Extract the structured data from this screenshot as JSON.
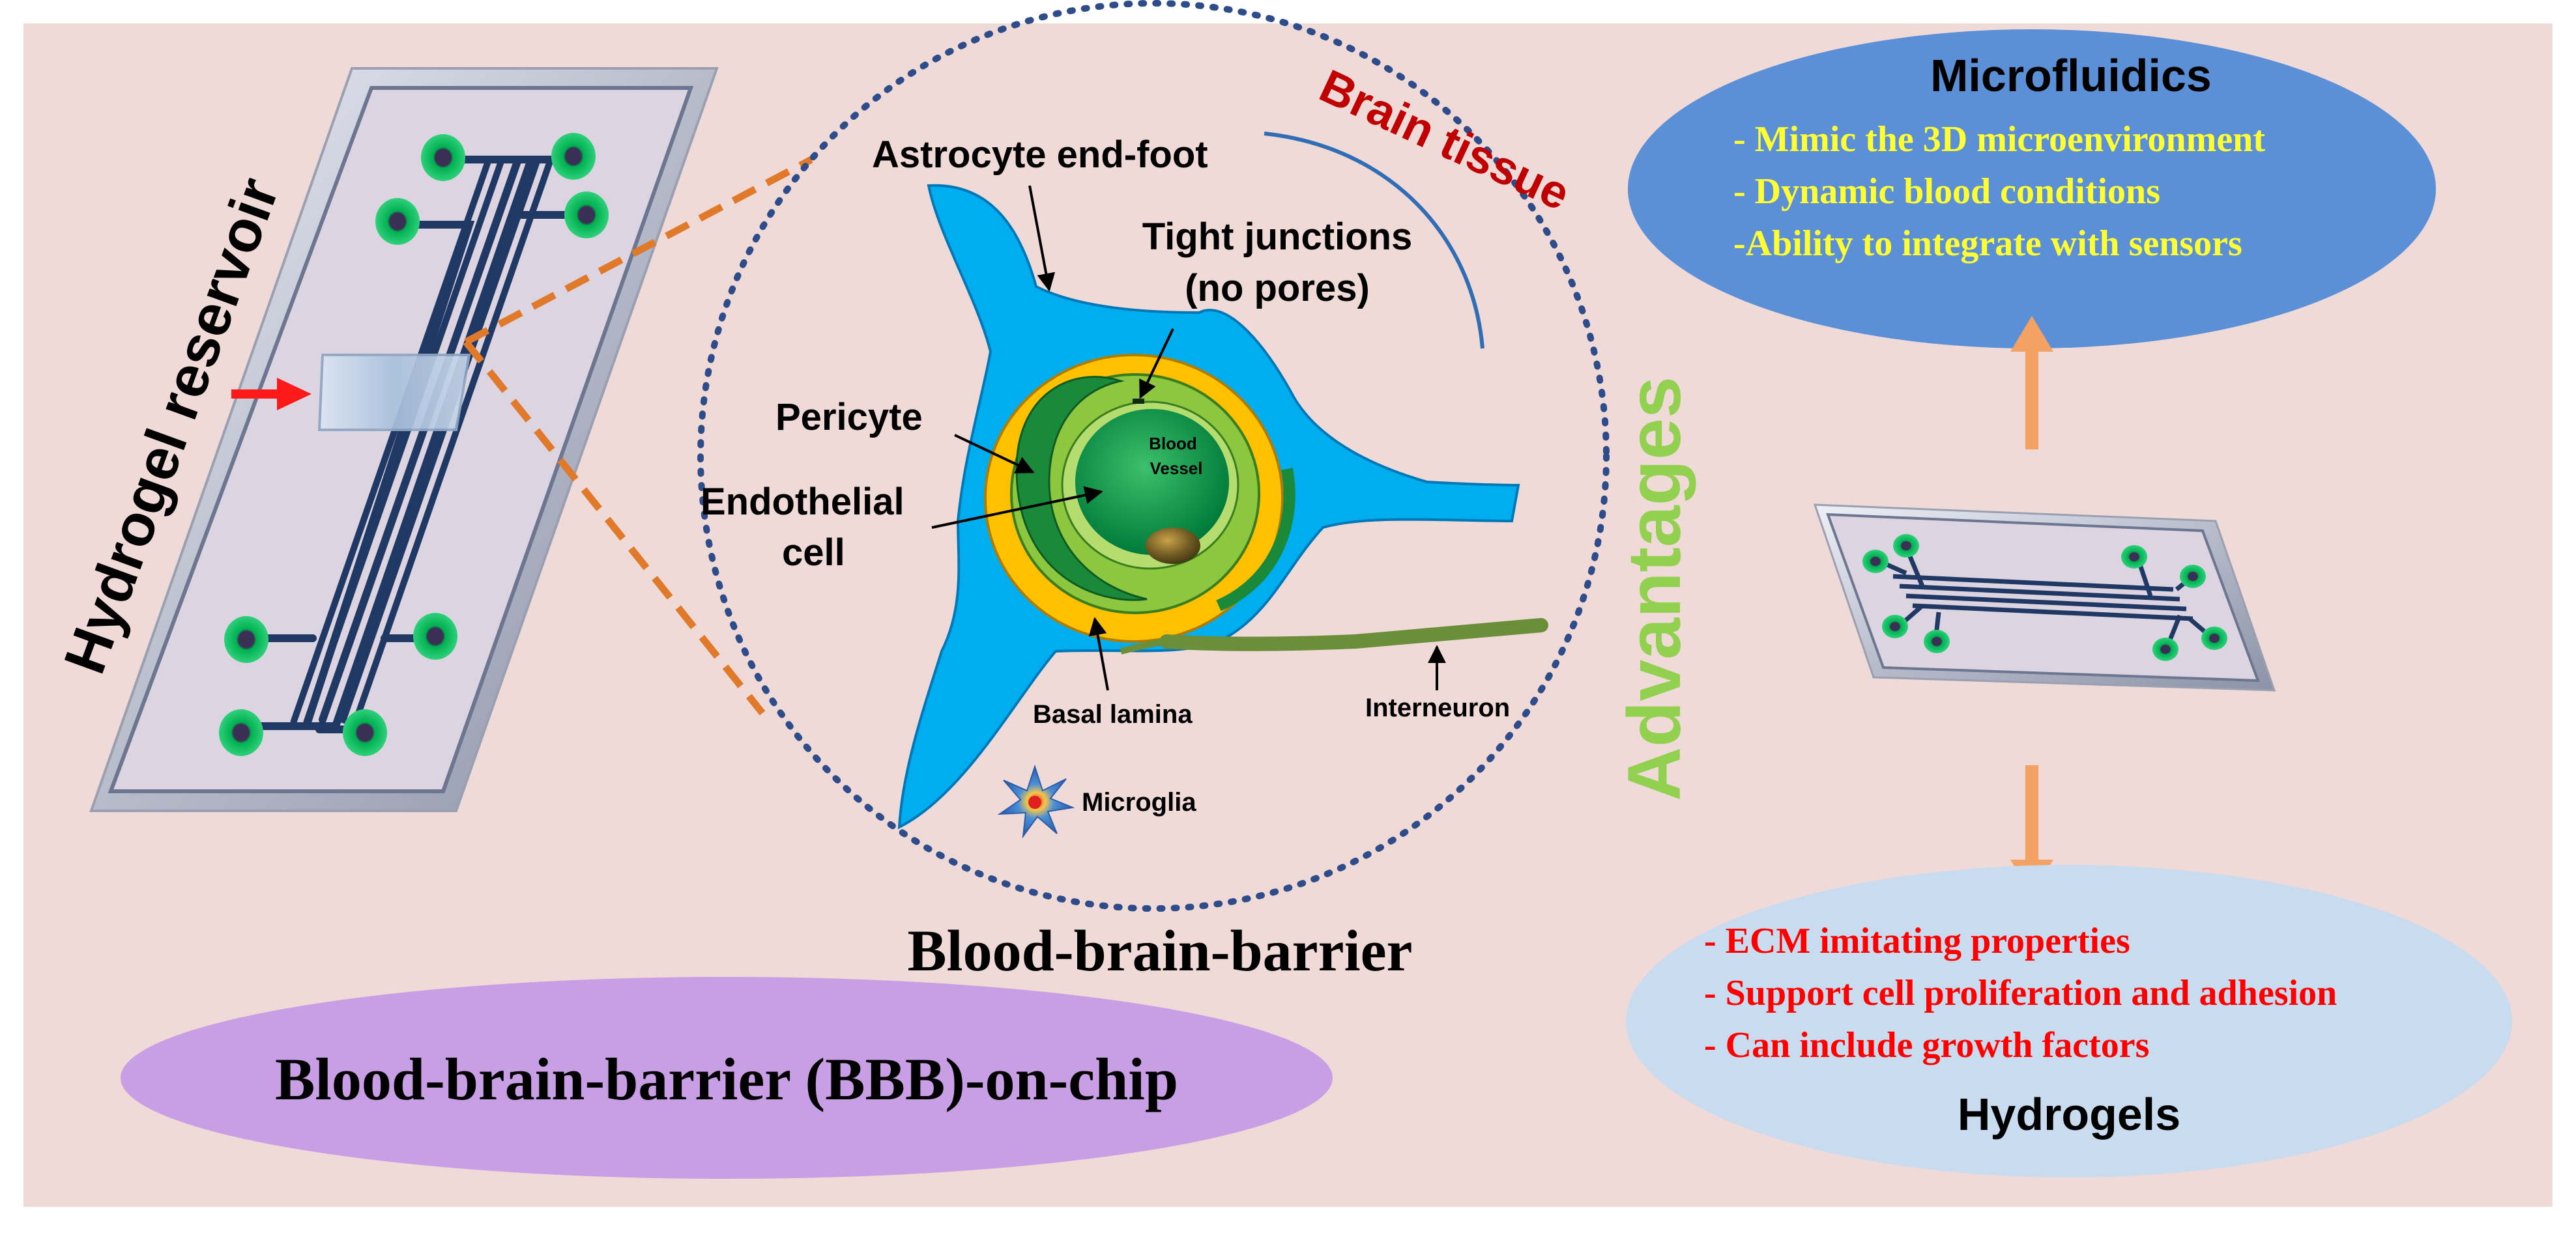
{
  "colors": {
    "background": "#f0dad8",
    "border": "#ffffff",
    "brain_tissue": "#c00000",
    "advantages": "#92d050",
    "microfluidics_ellipse": "#5b8fd6",
    "microfluidics_text": "#ffff33",
    "hydrogels_ellipse": "#c9dbee",
    "hydrogels_text": "#ff0000",
    "bbb_ellipse": "#c89ee4",
    "arrow_orange": "#f4a264",
    "dashed_orange": "#e07a2a",
    "astrocyte": "#00aeef",
    "basal_lamina": "#ffc000",
    "endothelial": "#8dc63f",
    "vessel": "#00a651",
    "interneuron": "#6b8e3a",
    "chip_channel": "#1f3864",
    "chip_port": "#00c060"
  },
  "chip": {
    "label": "Hydrogel reservoir"
  },
  "bbb": {
    "astrocyte": "Astrocyte end-foot",
    "brain_tissue": "Brain tissue",
    "tight_junctions_1": "Tight junctions",
    "tight_junctions_2": "(no pores)",
    "pericyte": "Pericyte",
    "endothelial_1": "Endothelial",
    "endothelial_2": "cell",
    "vessel_1": "Blood",
    "vessel_2": "Vessel",
    "basal_lamina": "Basal lamina",
    "interneuron": "Interneuron",
    "microglia": "Microglia",
    "caption": "Blood-brain-barrier",
    "title": "Blood-brain-barrier (BBB)-on-chip"
  },
  "advantages": "Advantages",
  "microfluidics": {
    "title": "Microfluidics",
    "items": [
      "- Mimic  the 3D microenvironment",
      "- Dynamic blood conditions",
      "-Ability to integrate with sensors"
    ]
  },
  "hydrogels": {
    "title": "Hydrogels",
    "items": [
      "- ECM imitating properties",
      "- Support cell proliferation  and adhesion",
      "- Can include growth factors"
    ]
  },
  "icons": [
    "red-arrow-icon",
    "orange-up-arrow-icon",
    "orange-down-arrow-icon",
    "microglia-icon"
  ]
}
